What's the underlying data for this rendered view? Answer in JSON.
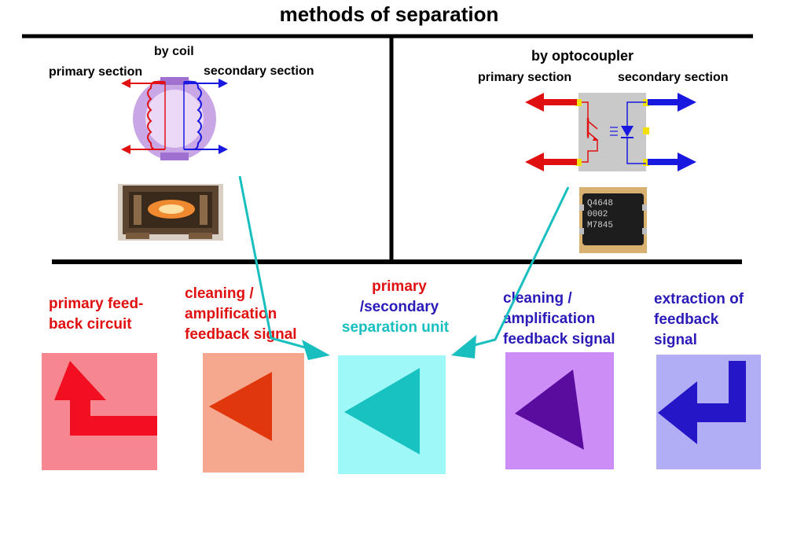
{
  "title": "methods of separation",
  "coil": {
    "heading": "by coil",
    "primary_label": "primary section",
    "secondary_label": "secondary section"
  },
  "optocoupler": {
    "heading": "by optocoupler",
    "primary_label": "primary section",
    "secondary_label": "secondary section",
    "chip_text": [
      "Q4648",
      "0002",
      "M7845"
    ]
  },
  "stages": [
    {
      "label_lines": [
        "primary feed-",
        "back circuit"
      ],
      "color": "#f6868f",
      "icon": "corner-up-arrow-icon",
      "icon_color": "#f10f21"
    },
    {
      "label_lines": [
        "cleaning /",
        "amplification",
        "feedback signal"
      ],
      "color": "#f6a88e",
      "icon": "left-triangle-icon",
      "icon_color": "#e0380c"
    },
    {
      "label_lines": [
        "primary",
        "/secondary",
        "separation unit"
      ],
      "color": "#9ff8f8",
      "icon": "left-triangle-icon",
      "icon_color": "#18c2c0"
    },
    {
      "label_lines": [
        "cleaning /",
        "amplification",
        "feedback signal"
      ],
      "color": "#cc8ef6",
      "icon": "left-triangle-icon",
      "icon_color": "#5a0c9e"
    },
    {
      "label_lines": [
        "extraction of",
        "feedback",
        "signal"
      ],
      "color": "#b2aef6",
      "icon": "return-arrow-icon",
      "icon_color": "#2516c8"
    }
  ],
  "colors": {
    "divider": "#000000",
    "primary_red": "#e01010",
    "secondary_blue": "#1818e0",
    "connector": "#19bfbf"
  }
}
